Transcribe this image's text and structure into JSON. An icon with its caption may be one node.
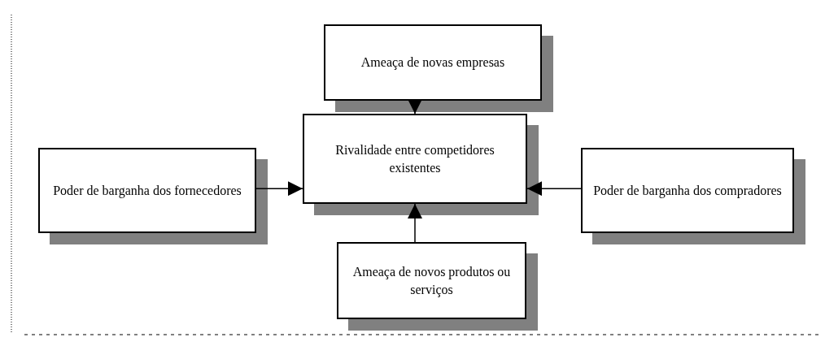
{
  "diagram": {
    "nodes": [
      {
        "text": [
          "Ameaça de novas empresas"
        ]
      },
      {
        "text": [
          "Poder de barganha dos fornecedores"
        ]
      },
      {
        "text": [
          "Rivalidade entre competidores existentes"
        ]
      },
      {
        "text": [
          "Poder de barganha dos compradores"
        ]
      },
      {
        "text": [
          "Ameaça de novos produtos ou serviços"
        ]
      }
    ],
    "edges": [
      {
        "from": 0,
        "to": 2,
        "arrow": "to"
      },
      {
        "from": 1,
        "to": 2,
        "arrow": "to"
      },
      {
        "from": 3,
        "to": 2,
        "arrow": "to"
      },
      {
        "from": 4,
        "to": 2,
        "arrow": "to"
      }
    ]
  }
}
